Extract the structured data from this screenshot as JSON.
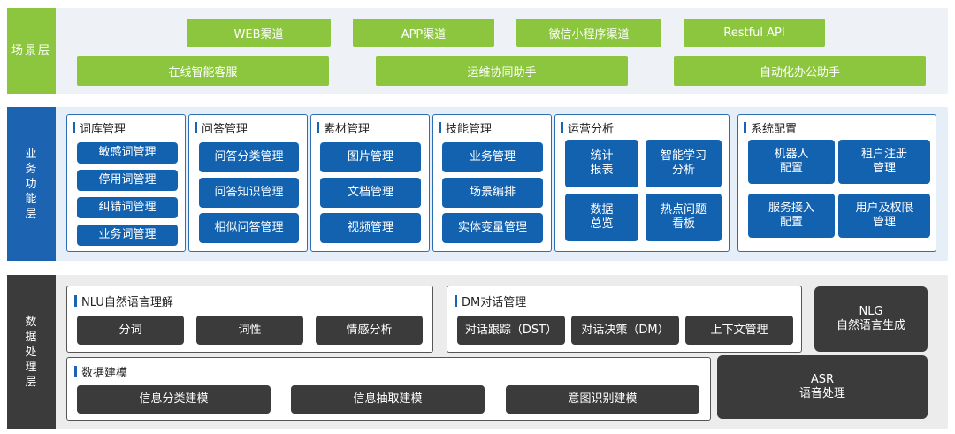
{
  "layers": {
    "scene": {
      "label": "场景层",
      "channels": [
        "WEB渠道",
        "APP渠道",
        "微信小程序渠道",
        "Restful API"
      ],
      "assistants": [
        "在线智能客服",
        "运维协同助手",
        "自动化办公助手"
      ]
    },
    "business": {
      "label": "业务功能层",
      "panels": [
        {
          "title": "词库管理",
          "items": [
            "敏感词管理",
            "停用词管理",
            "纠错词管理",
            "业务词管理"
          ]
        },
        {
          "title": "问答管理",
          "items": [
            "问答分类管理",
            "问答知识管理",
            "相似问答管理"
          ]
        },
        {
          "title": "素材管理",
          "items": [
            "图片管理",
            "文档管理",
            "视频管理"
          ]
        },
        {
          "title": "技能管理",
          "items": [
            "业务管理",
            "场景编排",
            "实体变量管理"
          ]
        },
        {
          "title": "运营分析",
          "items": [
            "统计\n报表",
            "智能学习\n分析",
            "数据\n总览",
            "热点问题\n看板"
          ]
        },
        {
          "title": "系统配置",
          "items": [
            "机器人\n配置",
            "租户注册\n管理",
            "服务接入\n配置",
            "用户及权限\n管理"
          ]
        }
      ]
    },
    "data": {
      "label": "数据处理层",
      "nlu": {
        "title": "NLU自然语言理解",
        "items": [
          "分词",
          "词性",
          "情感分析"
        ]
      },
      "dm": {
        "title": "DM对话管理",
        "items": [
          "对话跟踪（DST）",
          "对话决策（DM）",
          "上下文管理"
        ]
      },
      "modeling": {
        "title": "数据建模",
        "items": [
          "信息分类建模",
          "信息抽取建模",
          "意图识别建模"
        ]
      },
      "nlg": "NLG\n自然语言生成",
      "asr": "ASR\n语音处理"
    }
  },
  "colors": {
    "scene_bg": "#8cc63e",
    "scene_panel": "#eef1f6",
    "business_bg": "#1c63b2",
    "business_panel": "#e6eef8",
    "data_bg": "#3b3b3b",
    "data_panel": "#ececec",
    "blue_button": "#1362b0",
    "dark_button": "#3b3b3b"
  }
}
